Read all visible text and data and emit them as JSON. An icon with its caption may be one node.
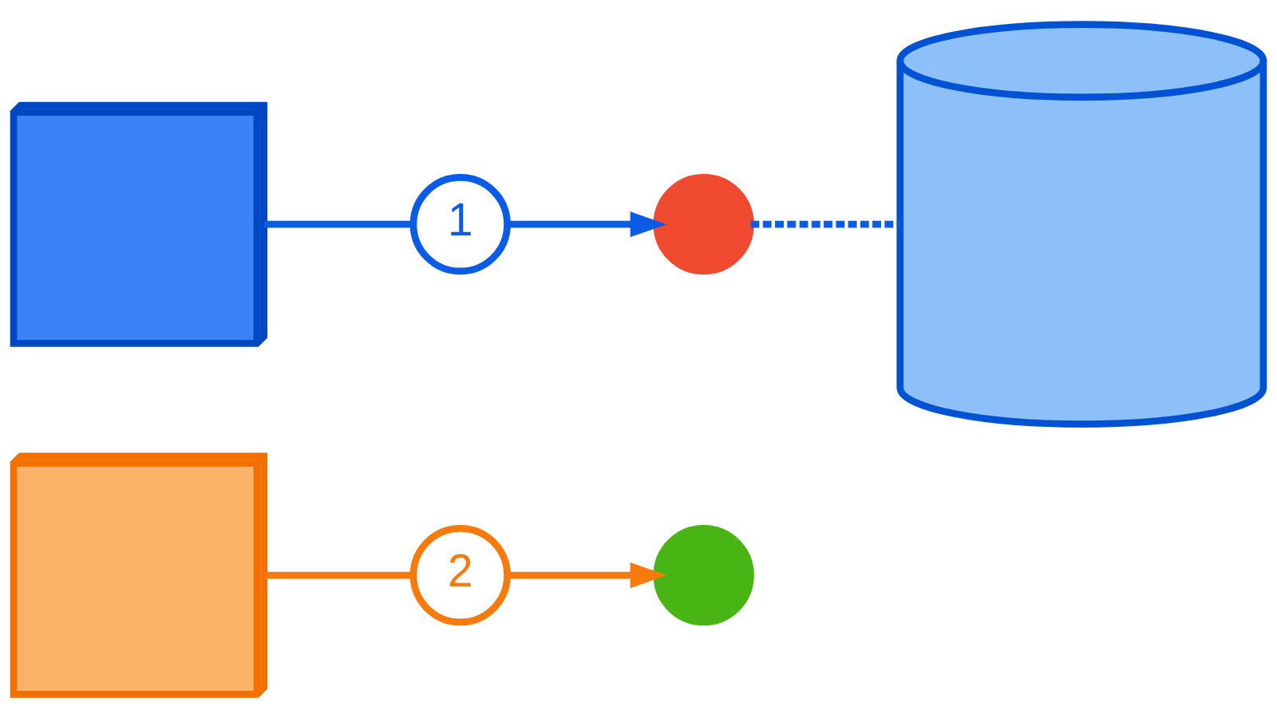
{
  "diagram": {
    "nodes": [
      {
        "text": [],
        "shape": "box"
      },
      {
        "text": [
          "1"
        ]
      },
      {
        "text": [],
        "shape": "circle"
      },
      {
        "text": [],
        "shape": "cylinder"
      },
      {
        "text": [],
        "shape": "box"
      },
      {
        "text": [
          "2"
        ]
      },
      {
        "text": [],
        "shape": "circle"
      }
    ],
    "edges": [
      {
        "from": 0,
        "to": 1,
        "arrow": "none"
      },
      {
        "from": 1,
        "to": 2,
        "arrow": "to"
      },
      {
        "from": 2,
        "to": 3,
        "arrow": "none",
        "style": "dashed"
      },
      {
        "from": 4,
        "to": 5,
        "arrow": "none",
        "color": "#f77a0c"
      },
      {
        "from": 5,
        "to": 6,
        "arrow": "to",
        "color": "#f77a0c"
      }
    ]
  }
}
